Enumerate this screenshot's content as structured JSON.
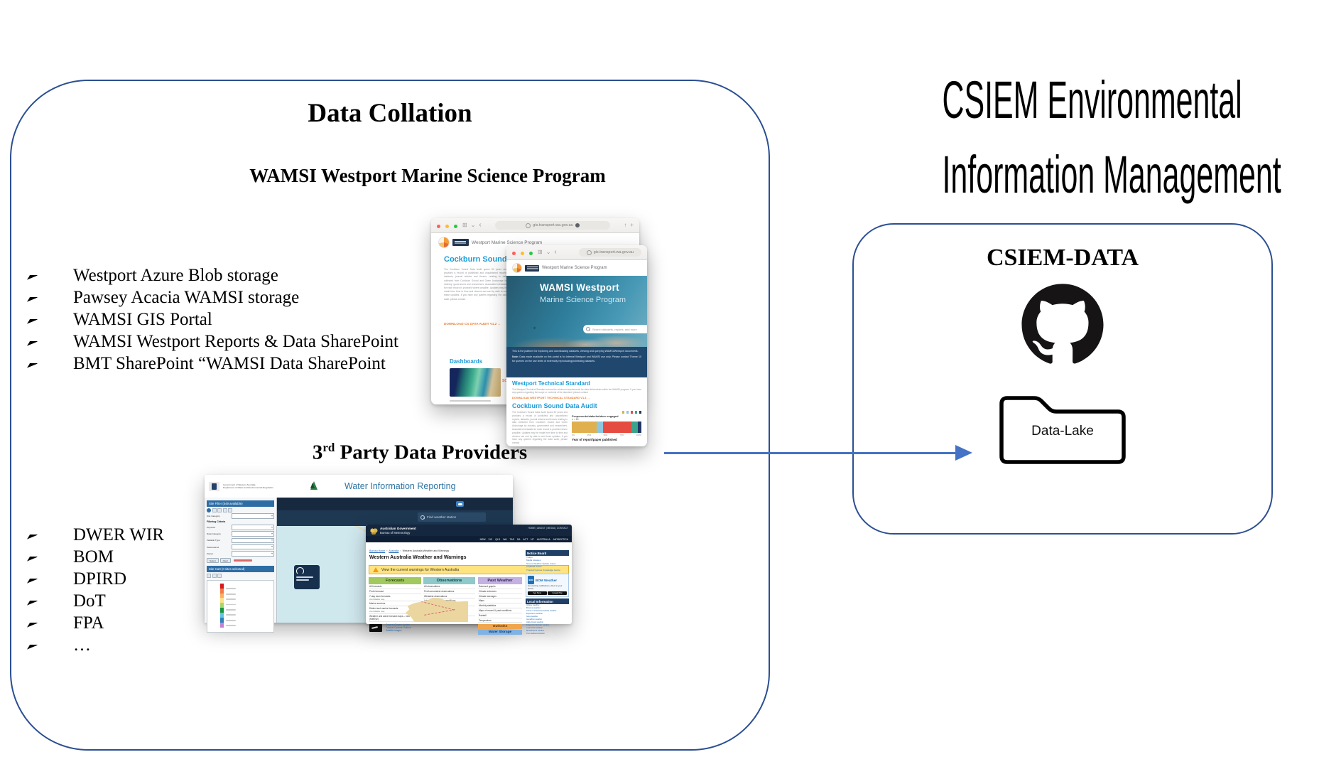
{
  "left_panel": {
    "title": "Data Collation",
    "subtitle": "WAMSI Westport Marine Science Program",
    "wamsi_sources": [
      "Westport Azure Blob storage",
      "Pawsey Acacia WAMSI storage",
      "WAMSI GIS Portal",
      "WAMSI Westport Reports & Data SharePoint",
      "BMT SharePoint “WAMSI Data SharePoint"
    ],
    "third_party_num": "3",
    "third_party_sup": "rd",
    "third_party_rest": " Party Data Providers",
    "third_party_sources": [
      "DWER WIR",
      "BOM",
      "DPIRD",
      "DoT",
      "FPA",
      "…"
    ]
  },
  "right_panel": {
    "title_line1": "CSIEM Environmental",
    "title_line2": "Information Management",
    "box_title": "CSIEM-DATA",
    "folder_label": "Data-Lake",
    "accent_color": "#2b4f92",
    "arrow_color": "#4472c4"
  },
  "wamsi_back": {
    "url": "gis.transport.wa.gov.au",
    "brand": "Westport Marine Science Program",
    "heading": "Cockburn Sound Data Audit",
    "body": "The Cockburn Sound Data Audit spans 50 years and provides a record of published and unpublished reports, datasets, journal articles and theses, relating to data collected from Cockburn Sound and Owen Anchorage by industry, government and researchers. Associated metadata for each record is provided where possible. Updates may be made from time to time and viewers can sort by date to see these updates. If you have any queries regarding the data audit, please contact",
    "download_link": "DOWNLOAD CS DATA AUDIT V1.2 →",
    "dashboards": "Dashboards",
    "fragment": "SCI"
  },
  "wamsi_front": {
    "url": "gis.transport.wa.gov.au",
    "brand": "Westport Marine Science Program",
    "hero_title": "WAMSI Westport",
    "hero_subtitle": "Marine Science Program",
    "search_placeholder": "Search datasets, reports, and more",
    "intro": "This is the platform for exploring and downloading datasets, viewing and querying WAMSI/Westport documents.",
    "note_bold": "Note:",
    "note_rest": " Data made available on this portal is for internal Westport and WAMSI use only. Please contact Theme 10 for queries on the use limits of externally reproducing/publishing datasets.",
    "tech_heading": "Westport Technical Standard",
    "tech_body": "The Westport Technical Standard covers the minimum requirements for data deliverables within the WAMSI program. If you have any queries regarding the scope or contents of the standard, please contact",
    "tech_link": "DOWNLOAD WESTPORT TECHNICAL STANDARD V1.4 →",
    "audit_heading": "Cockburn Sound Data Audit",
    "audit_body": "The Cockburn Sound Data Audit spans 50 years and provides a record of published and unpublished reports, datasets, journal articles and theses relating to data collected from Cockburn Sound and Owen Anchorage by industry, government and researchers. Associated metadata for each record is provided where possible. Updates may be made from time to time and viewers can sort by date to see these updates. If you have any queries regarding the data audit, please contact",
    "chart": {
      "type": "stacked-bar-horizontal",
      "label": "Proponents/stakeholders engaged",
      "n_label": "n = 80",
      "caption": "Year of report/paper published",
      "ticks": [
        "0%",
        "25%",
        "50%",
        "75%",
        "100%"
      ],
      "segments": [
        {
          "color": "#e0b04e",
          "value": 36
        },
        {
          "color": "#8ec6de",
          "value": 9
        },
        {
          "color": "#e54b40",
          "value": 41
        },
        {
          "color": "#3aa58c",
          "value": 9
        },
        {
          "color": "#1f3864",
          "value": 5
        }
      ]
    }
  },
  "wir": {
    "gov_line1": "Government of Western Australia",
    "gov_line2": "Department of Water and Environmental Regulation",
    "title": "Water Information Reporting",
    "search_placeholder": "Find weather station",
    "panel_header": "Site Filter (549 available)",
    "site_category_label": "Site Category",
    "filtering_criteria_label": "Filtering Criteria",
    "filter_labels": [
      "Keyword",
      "Data Category",
      "Variable Type",
      "Telemetered",
      "Owner"
    ],
    "buttons": [
      "Select",
      "Clear"
    ],
    "cart_header": "Site Cart (0 sites selected)",
    "legend_colors": [
      "#d7191c",
      "#f07c4a",
      "#fdae61",
      "#ffe08a",
      "#a6d96a",
      "#1a9641",
      "#66c2e0",
      "#2b83ba",
      "#c77fd4"
    ]
  },
  "bom": {
    "gov_top": "Australian Government",
    "bureau": "Bureau of Meteorology",
    "top_links": "HOME | ABOUT | MEDIA | CONTACT",
    "states": [
      "NSW",
      "VIC",
      "QLD",
      "WA",
      "TAS",
      "SA",
      "ACT",
      "NT",
      "AUSTRALIA",
      "ANTARCTICA"
    ],
    "breadcrumb_links": [
      "Bureau Home",
      "Australia"
    ],
    "breadcrumb_current": "Western Australia Weather and Warnings",
    "heading": "Western Australia Weather and Warnings",
    "warning": "View the current warnings for Western Australia",
    "col_forecasts": {
      "header": "Forecasts",
      "bg": "#a2c95e",
      "fg": "#2c4a0e",
      "items": [
        {
          "t": "All forecasts",
          "s": ""
        },
        {
          "t": "Perth forecast",
          "s": ""
        },
        {
          "t": "7-day town forecasts",
          "s": "via clickable map"
        },
        {
          "t": "Marine services",
          "s": ""
        },
        {
          "t": "District and marine forecasts",
          "s": "via clickable map"
        },
        {
          "t": "Weather and wave forecast maps – next 7 days (MetEye)",
          "s": ""
        }
      ]
    },
    "tropical_links": [
      "Tropical Climate Update",
      "Tropical Cyclone Outlook",
      "Satellite images"
    ],
    "col_observations": {
      "header": "Observations",
      "bg": "#8fc9c9",
      "fg": "#0d4444",
      "items": [
        {
          "t": "All observations",
          "s": ""
        },
        {
          "t": "Perth area latest observations",
          "s": ""
        },
        {
          "t": "WA latest observations",
          "s": ""
        },
        {
          "t": "Latest rainfall & river conditions",
          "s": "via clickable map"
        }
      ]
    },
    "radars_label": "Radars",
    "perth_radar": "Perth radar",
    "col_past": {
      "header": "Past Weather",
      "bg": "#c3b1e1",
      "fg": "#32265e",
      "items": [
        {
          "t": "Data and graphs",
          "s": ""
        },
        {
          "t": "Climate extremes",
          "s": ""
        },
        {
          "t": "Climate averages",
          "s": ""
        },
        {
          "t": "Maps",
          "s": ""
        },
        {
          "t": "Monthly statistics",
          "s": ""
        },
        {
          "t": "Maps of recent & past conditions",
          "s": ""
        },
        {
          "t": "Rainfall",
          "s": ""
        },
        {
          "t": "Temperature",
          "s": ""
        }
      ]
    },
    "outlooks_header": "Outlooks",
    "outlooks_bg": "#f0a64f",
    "outlooks_fg": "#5a3205",
    "water_header": "Water Storage",
    "water_bg": "#7fb2e5",
    "water_fg": "#123a63",
    "notice_header": "Notice Board",
    "notice_items": [
      "Twitter",
      "Media releases",
      "Severe Weather Update videos",
      "(un)BOM videos",
      "Tropical Cyclone Knowledge Centre"
    ],
    "promo": {
      "app_abbr": "BOM",
      "name": "BOM Weather",
      "tagline": "Get warning notifications, direct to your device.",
      "badges": [
        "App Store",
        "Google Play"
      ]
    },
    "local_header": "Local Information",
    "local_items": [
      "Albany weather",
      "Broome weather",
      "Cocos & Christmas Islands weather",
      "Esperance weather",
      "Giles weather",
      "Geraldton weather",
      "Halls Creek weather",
      "Kalgoorlie-Boulder weather",
      "Learmonth weather",
      "Meekatharra weather",
      "Port Hedland weather"
    ]
  }
}
